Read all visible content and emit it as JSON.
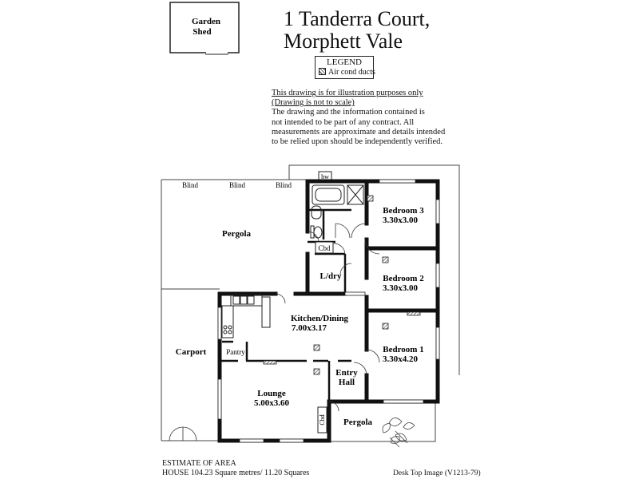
{
  "title": {
    "line1": "1 Tanderra Court,",
    "line2": "Morphett Vale"
  },
  "legend": {
    "title": "LEGEND",
    "item": "Air cond ducts"
  },
  "disclaimer": {
    "line1": "This drawing is for illustration purposes only",
    "line2": "(Drawing is not to scale)",
    "line3": "The drawing and the information contained is",
    "line4": "not intended to be part of any contract.  All",
    "line5": "measurements are approximate and details intended",
    "line6": "to be relied upon should be independently verified."
  },
  "rooms": {
    "garden_shed": {
      "line1": "Garden",
      "line2": "Shed"
    },
    "blind": "Blind",
    "pergola_top": "Pergola",
    "hw": "hw",
    "cbd": "Cbd",
    "ldry": "L/dry",
    "bedroom3": {
      "name": "Bedroom 3",
      "size": "3.30x3.00"
    },
    "bedroom2": {
      "name": "Bedroom 2",
      "size": "3.30x3.00"
    },
    "bedroom1": {
      "name": "Bedroom 1",
      "size": "3.30x4.20"
    },
    "kitchen": {
      "name": "Kitchen/Dining",
      "size": "7.00x3.17"
    },
    "carport": "Carport",
    "pantry": "Pantry",
    "entry": {
      "line1": "Entry",
      "line2": "Hall"
    },
    "lounge": {
      "name": "Lounge",
      "size": "5.00x3.60"
    },
    "cbd2": "Cbd",
    "pergola_bottom": "Pergola"
  },
  "footer": {
    "estimate": "ESTIMATE OF AREA",
    "house": "HOUSE  104.23 Square metres/ 11.20 Squares",
    "image": "Desk Top Image   (V1213-79)"
  }
}
